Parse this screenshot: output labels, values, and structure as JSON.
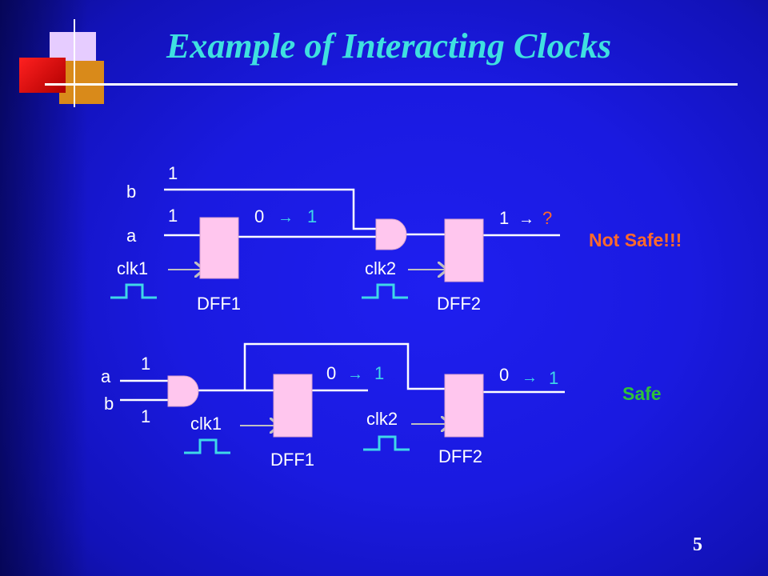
{
  "slide": {
    "title": "Example of Interacting Clocks",
    "page_number": "5"
  },
  "colors": {
    "title": "#3fe0e0",
    "flipflop_fill": "#ffc6ee",
    "transition_value": "#3fd8e8",
    "unknown_value": "#ff6a2a",
    "not_safe": "#ff6a2a",
    "safe": "#2ec23a"
  },
  "top_circuit": {
    "inputs": {
      "b": "b",
      "b_value": "1",
      "a": "a",
      "a_value": "1",
      "clk1": "clk1",
      "clk2": "clk2"
    },
    "dff1": {
      "label": "DFF1",
      "out_from": "0",
      "out_to": "1"
    },
    "dff2": {
      "label": "DFF2",
      "out_from": "1",
      "out_to": "?"
    },
    "arrow": "→",
    "verdict": "Not Safe!!!"
  },
  "bottom_circuit": {
    "inputs": {
      "a": "a",
      "a_value": "1",
      "b": "b",
      "b_value": "1",
      "clk1": "clk1",
      "clk2": "clk2"
    },
    "dff1": {
      "label": "DFF1",
      "out_from": "0",
      "out_to": "1"
    },
    "dff2": {
      "label": "DFF2",
      "out_from": "0",
      "out_to": "1"
    },
    "arrow": "→",
    "verdict": "Safe"
  }
}
